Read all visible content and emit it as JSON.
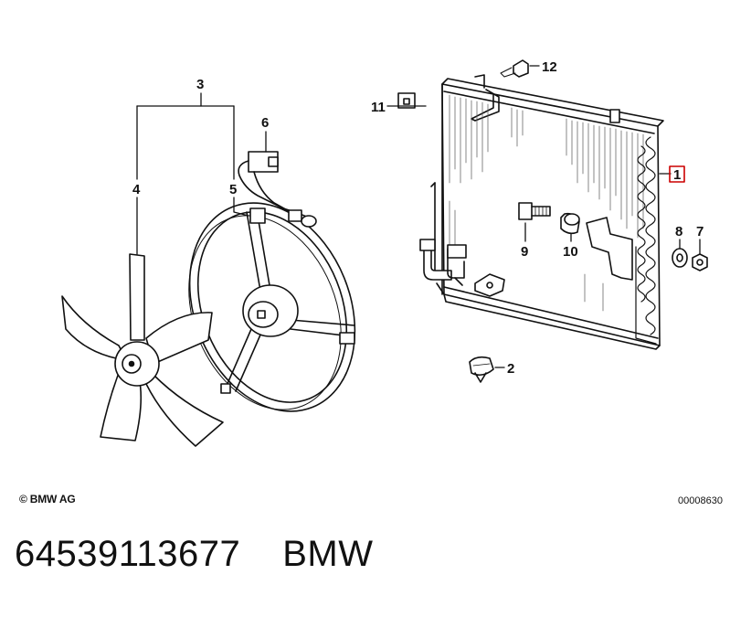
{
  "diagram": {
    "callouts": {
      "c1": "1",
      "c2": "2",
      "c3": "3",
      "c4": "4",
      "c5": "5",
      "c6": "6",
      "c7": "7",
      "c8": "8",
      "c9": "9",
      "c10": "10",
      "c11": "11",
      "c12": "12"
    },
    "highlight_color": "#cc0000"
  },
  "footer": {
    "copyright": "© BMW AG",
    "drawing_number": "00008630"
  },
  "caption": {
    "part_number": "64539113677",
    "brand": "BMW"
  }
}
